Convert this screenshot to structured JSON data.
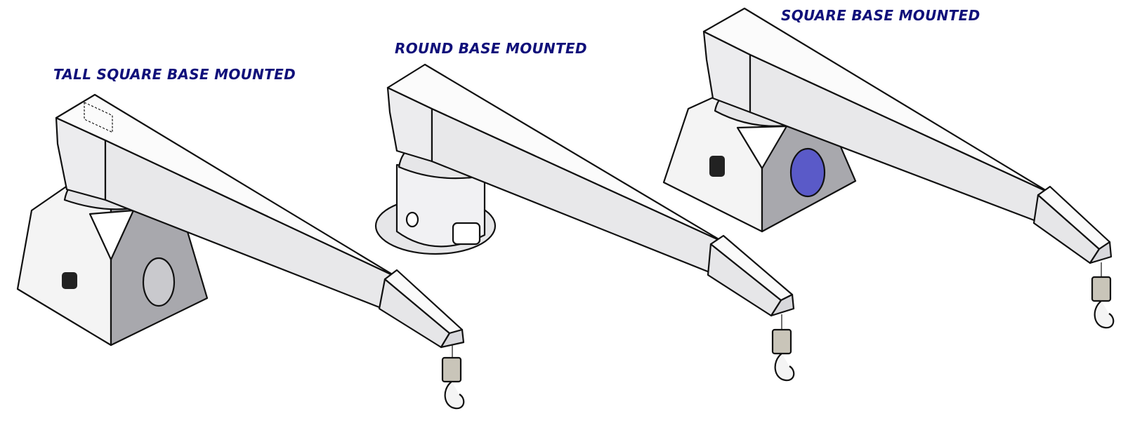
{
  "colors": {
    "label_text": "#10107a",
    "body_white": "#f4f4f4",
    "body_gray": "#a8a8ad",
    "body_light": "#e6e6e8",
    "port_blue": "#5a5ac8",
    "outline": "#111111"
  },
  "cranes": {
    "tall_square": {
      "label": "TALL SQUARE BASE MOUNTED"
    },
    "round": {
      "label": "ROUND BASE MOUNTED"
    },
    "square": {
      "label": "SQUARE BASE MOUNTED"
    }
  }
}
